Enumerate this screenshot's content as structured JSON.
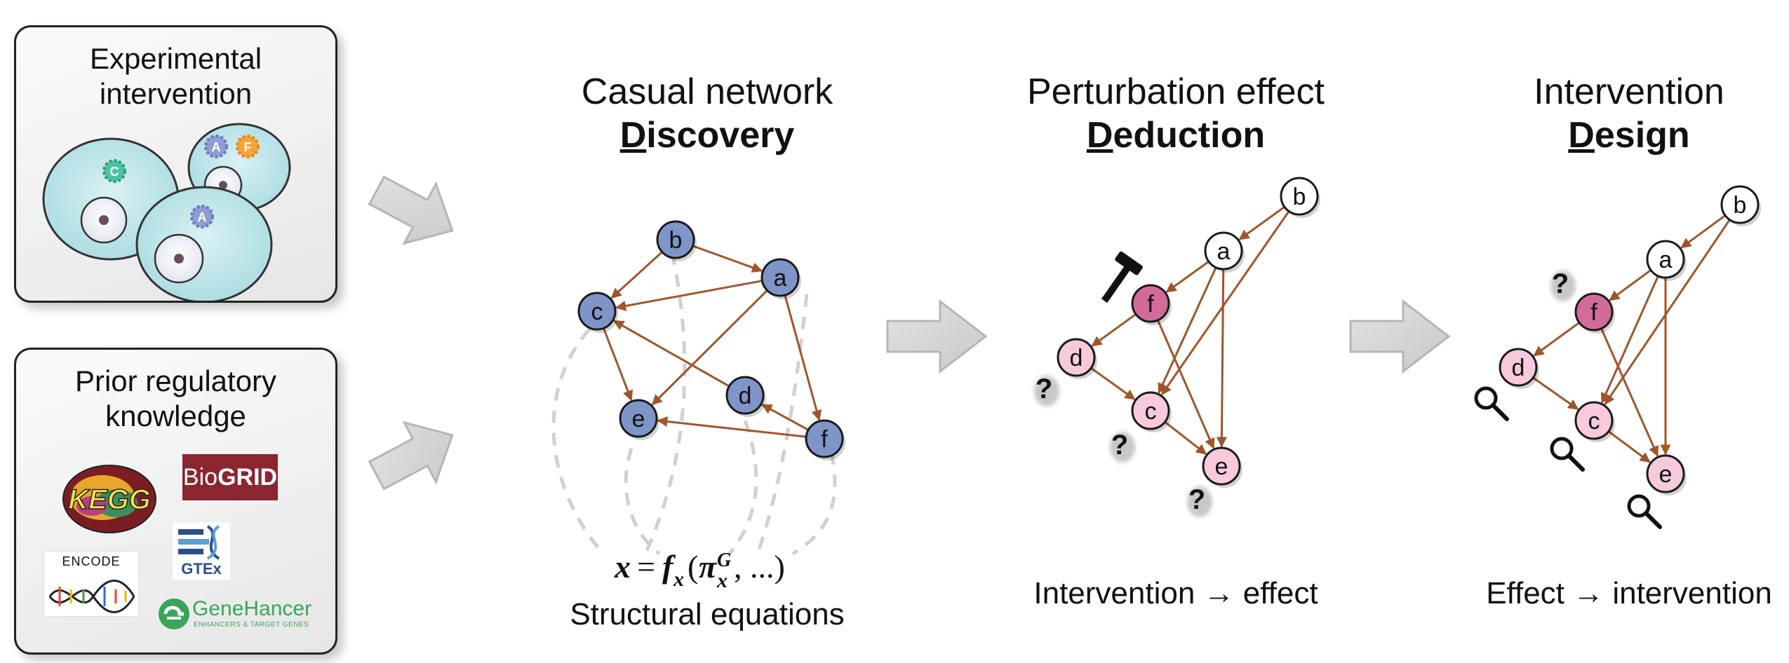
{
  "panels": {
    "experimental": {
      "title_line1": "Experimental",
      "title_line2": "intervention",
      "cell_labels": [
        "C",
        "A",
        "F",
        "A"
      ]
    },
    "prior": {
      "title_line1": "Prior regulatory",
      "title_line2": "knowledge",
      "logos": {
        "biogrid_prefix": "Bio",
        "biogrid_suffix": "GRID",
        "encode": "ENCODE",
        "gtex": "GTEx",
        "genehancer": "GeneHancer",
        "genehancer_sub": "ENHANCERS & TARGET GENES",
        "kegg": "KEGG"
      }
    }
  },
  "sections": {
    "discovery": {
      "line1": "Casual network",
      "initial": "D",
      "rest": "iscovery",
      "equation": "Structural equations"
    },
    "deduction": {
      "line1": "Perturbation effect",
      "initial": "D",
      "rest": "eduction",
      "caption": "Intervention → effect"
    },
    "design": {
      "line1": "Intervention",
      "initial": "D",
      "rest": "esign",
      "caption": "Effect → intervention"
    }
  },
  "networks": {
    "discovery": {
      "nodes": [
        "a",
        "b",
        "c",
        "d",
        "e",
        "f"
      ]
    },
    "deduction": {
      "nodes": [
        "a",
        "b",
        "c",
        "d",
        "e",
        "f"
      ],
      "unknown_mark": "?"
    },
    "design": {
      "nodes": [
        "a",
        "b",
        "c",
        "d",
        "e",
        "f"
      ],
      "unknown_mark": "?"
    }
  },
  "colors": {
    "node_blue": "#7f95c9",
    "node_white": "#ffffff",
    "node_pink_light": "#f7c9dc",
    "node_pink_dark": "#d36b9a",
    "edge": "#a0552a",
    "arrow_gray": "#d6d6d6"
  }
}
